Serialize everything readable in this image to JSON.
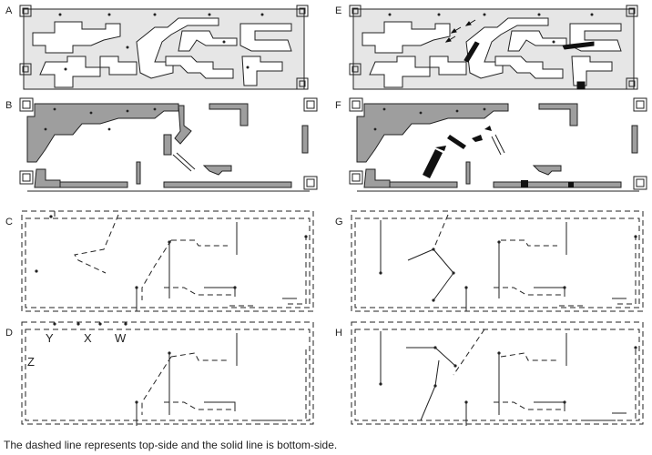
{
  "panels": {
    "a": "A",
    "b": "B",
    "c": "C",
    "d": "D",
    "e": "E",
    "f": "F",
    "g": "G",
    "h": "H"
  },
  "trace_labels": {
    "y": "Y",
    "x": "X",
    "w": "W",
    "z": "Z"
  },
  "caption": "The dashed line represents top-side and the solid line is bottom-side.",
  "colors": {
    "panel_fill_top": "#e6e6e6",
    "panel_fill_bottom": "#9e9e9e",
    "stroke": "#222222",
    "highlight": "#111111"
  }
}
